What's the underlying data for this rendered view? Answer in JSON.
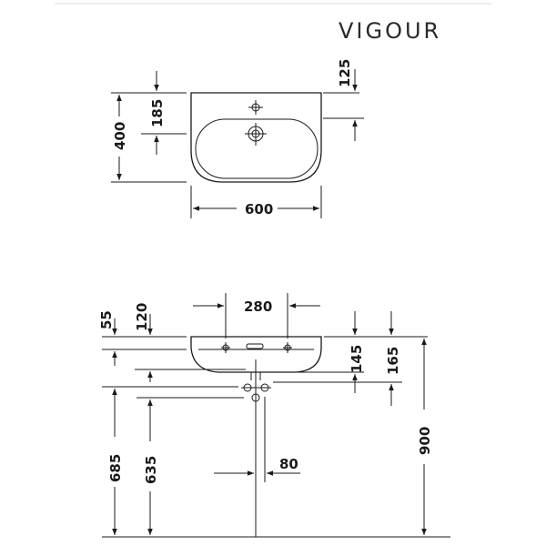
{
  "brand": {
    "name": "VIGOUR"
  },
  "top_view": {
    "width": "600",
    "depth": "400",
    "tap_hole_to_center": "185",
    "tap_hole_to_back": "125"
  },
  "front_view": {
    "tap_hole_spacing": "280",
    "rim_height": "55",
    "tap_level": "120",
    "waste_depth_145": "145",
    "waste_depth_165": "165",
    "waste_offset": "80",
    "height_685": "685",
    "height_635": "635",
    "overall_height": "900"
  }
}
